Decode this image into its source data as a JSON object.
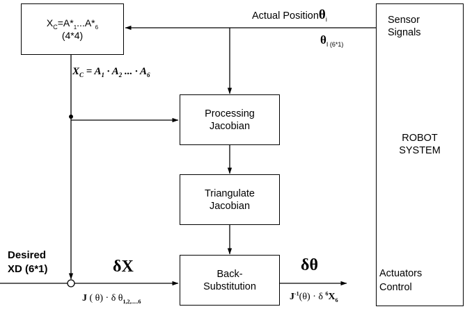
{
  "blocks": {
    "xc_matrix": {
      "lead": "X",
      "sub_c": "C",
      "eq_mid": "=A*",
      "sub_1": "1",
      "dots": "...A*",
      "sub_6": "6",
      "size": "(4*4)"
    },
    "processing": {
      "line1": "Processing",
      "line2": "Jacobian"
    },
    "triangulate": {
      "line1": "Triangulate",
      "line2": "Jacobian"
    },
    "backsub": {
      "line1": "Back-",
      "line2": "Substitution"
    },
    "robot": {
      "sensor_line1": "Sensor",
      "sensor_line2": "Signals",
      "name_line1": "ROBOT",
      "name_line2": "SYSTEM",
      "actuator_line1": "Actuators",
      "actuator_line2": "Control"
    }
  },
  "labels": {
    "actual_position": {
      "text": "Actual Position",
      "theta": "θ",
      "sub": "i"
    },
    "theta_vec": {
      "theta": "θ",
      "sub": "I (6*1)"
    },
    "xc_product": {
      "x": "X",
      "c": "C",
      "eq": " = ",
      "a": "A",
      "s1": "1",
      "s2": "2",
      "s6": "6",
      "dot1": " · ",
      "dot2": " · ",
      "ell": " ... · "
    },
    "desired": {
      "line1": "Desired",
      "line2": "XD (6*1)"
    },
    "delta_x": "δX",
    "j_theta": {
      "j": "J",
      "paren": " ( θ) · δ θ",
      "sub": "1,2,.....6"
    },
    "delta_theta": "δθ",
    "jinv": {
      "j": "J",
      "sup": "-1",
      "body": "(θ) · δ ",
      "sup6": "6",
      "x": "X",
      "sub6": "6"
    }
  }
}
